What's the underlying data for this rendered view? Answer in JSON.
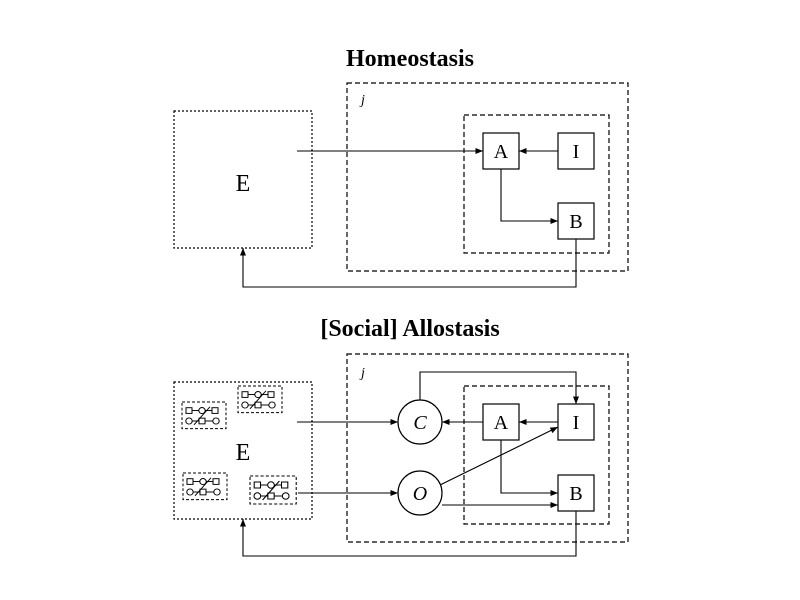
{
  "panels": {
    "homeostasis": {
      "title": "Homeostasis",
      "environment_label": "E",
      "agent_label": "j",
      "nodes": {
        "a": "A",
        "i": "I",
        "b": "B"
      }
    },
    "allostasis": {
      "title": "[Social] Allostasis",
      "environment_label": "E",
      "agent_label": "j",
      "nodes": {
        "a": "A",
        "i": "I",
        "b": "B",
        "c": "C",
        "o": "O"
      }
    }
  }
}
